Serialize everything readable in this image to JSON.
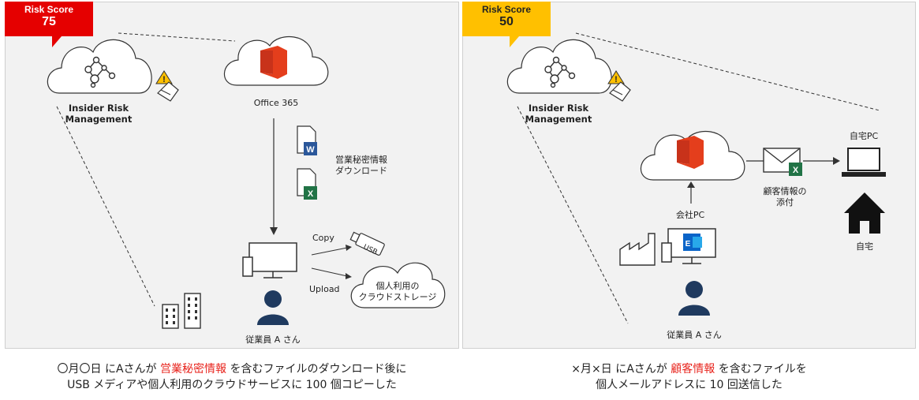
{
  "left_panel": {
    "risk_badge": {
      "title": "Risk Score",
      "value": "75",
      "color": "#e50000"
    },
    "irm_label_1": "Insider Risk",
    "irm_label_2": "Management",
    "office_label": "Office 365",
    "download_label_1": "営業秘密情報",
    "download_label_2": "ダウンロード",
    "copy_label": "Copy",
    "upload_label": "Upload",
    "usb_text": "USB",
    "cloud_storage_1": "個人利用の",
    "cloud_storage_2": "クラウドストレージ",
    "employee_label": "従業員 A さん"
  },
  "right_panel": {
    "risk_badge": {
      "title": "Risk Score",
      "value": "50",
      "color": "#ffc000"
    },
    "irm_label_1": "Insider Risk",
    "irm_label_2": "Management",
    "home_pc_label": "自宅PC",
    "attach_label_1": "顧客情報の",
    "attach_label_2": "添付",
    "company_pc_label": "会社PC",
    "home_label": "自宅",
    "employee_label": "従業員 A さん"
  },
  "captions": {
    "left": {
      "pre": "〇月〇日 にAさんが ",
      "highlight": "営業秘密情報",
      "post": " を含むファイルのダウンロード後に",
      "line2": "USB メディアや個人利用のクラウドサービスに 100 個コピーした"
    },
    "right": {
      "pre": "×月×日 にAさんが ",
      "highlight": "顧客情報",
      "post": " を含むファイルを",
      "line2": "個人メールアドレスに 10 回送信した"
    }
  },
  "colors": {
    "office_orange": "#e43e1c",
    "word_blue": "#2b579a",
    "excel_green": "#217346",
    "exchange_blue": "#0a64c8",
    "person_navy": "#1f3a5f",
    "warning_yellow": "#ffc000"
  }
}
